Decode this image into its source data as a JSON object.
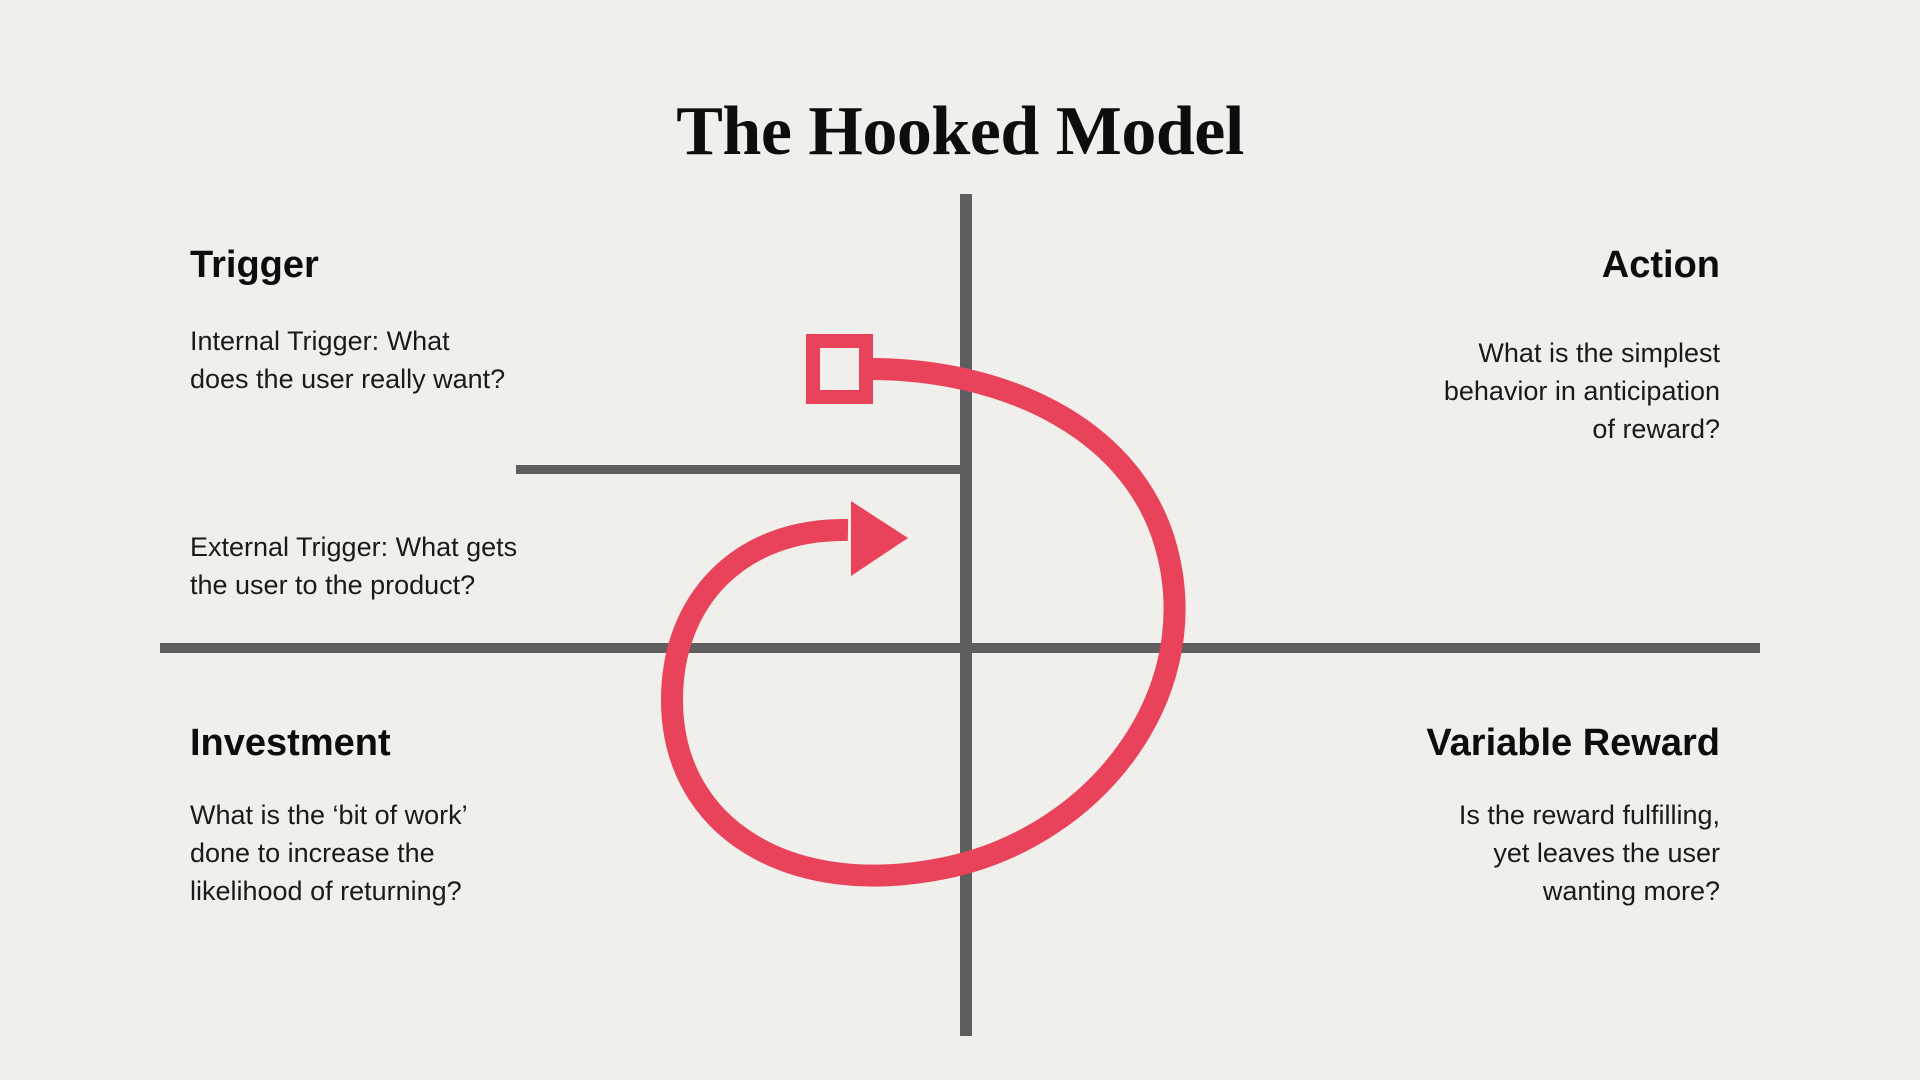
{
  "page": {
    "title": "The Hooked Model",
    "background_color": "#F0EFEC",
    "accent_color": "#E8435A",
    "axis_color": "#5E5E5E",
    "text_color": "#0D0D0D"
  },
  "quadrants": [
    {
      "id": "trigger",
      "heading": "Trigger",
      "align": "left",
      "body_lines": [
        "Internal Trigger: What",
        "does the user really want?"
      ]
    },
    {
      "id": "trigger-external",
      "heading": "",
      "align": "left",
      "body_lines": [
        "External Trigger: What gets",
        "the user to the product?"
      ]
    },
    {
      "id": "action",
      "heading": "Action",
      "align": "right",
      "body_lines": [
        "What is the simplest",
        "behavior in anticipation",
        "of reward?"
      ]
    },
    {
      "id": "investment",
      "heading": "Investment",
      "align": "left",
      "body_lines": [
        "What is the ‘bit of work’",
        "done to increase the",
        "likelihood of returning?"
      ]
    },
    {
      "id": "variable-reward",
      "heading": "Variable Reward",
      "align": "right",
      "body_lines": [
        "Is the reward fulfilling,",
        "yet leaves the user",
        "wanting more?"
      ]
    }
  ],
  "graphics": {
    "square_marker": "square-start-marker",
    "loop_arrow": "curved-loop-arrow",
    "vertical_axis": "vertical-axis-line",
    "horizontal_axis": "horizontal-axis-line",
    "upper_left_divider": "upper-left-divider-line"
  }
}
